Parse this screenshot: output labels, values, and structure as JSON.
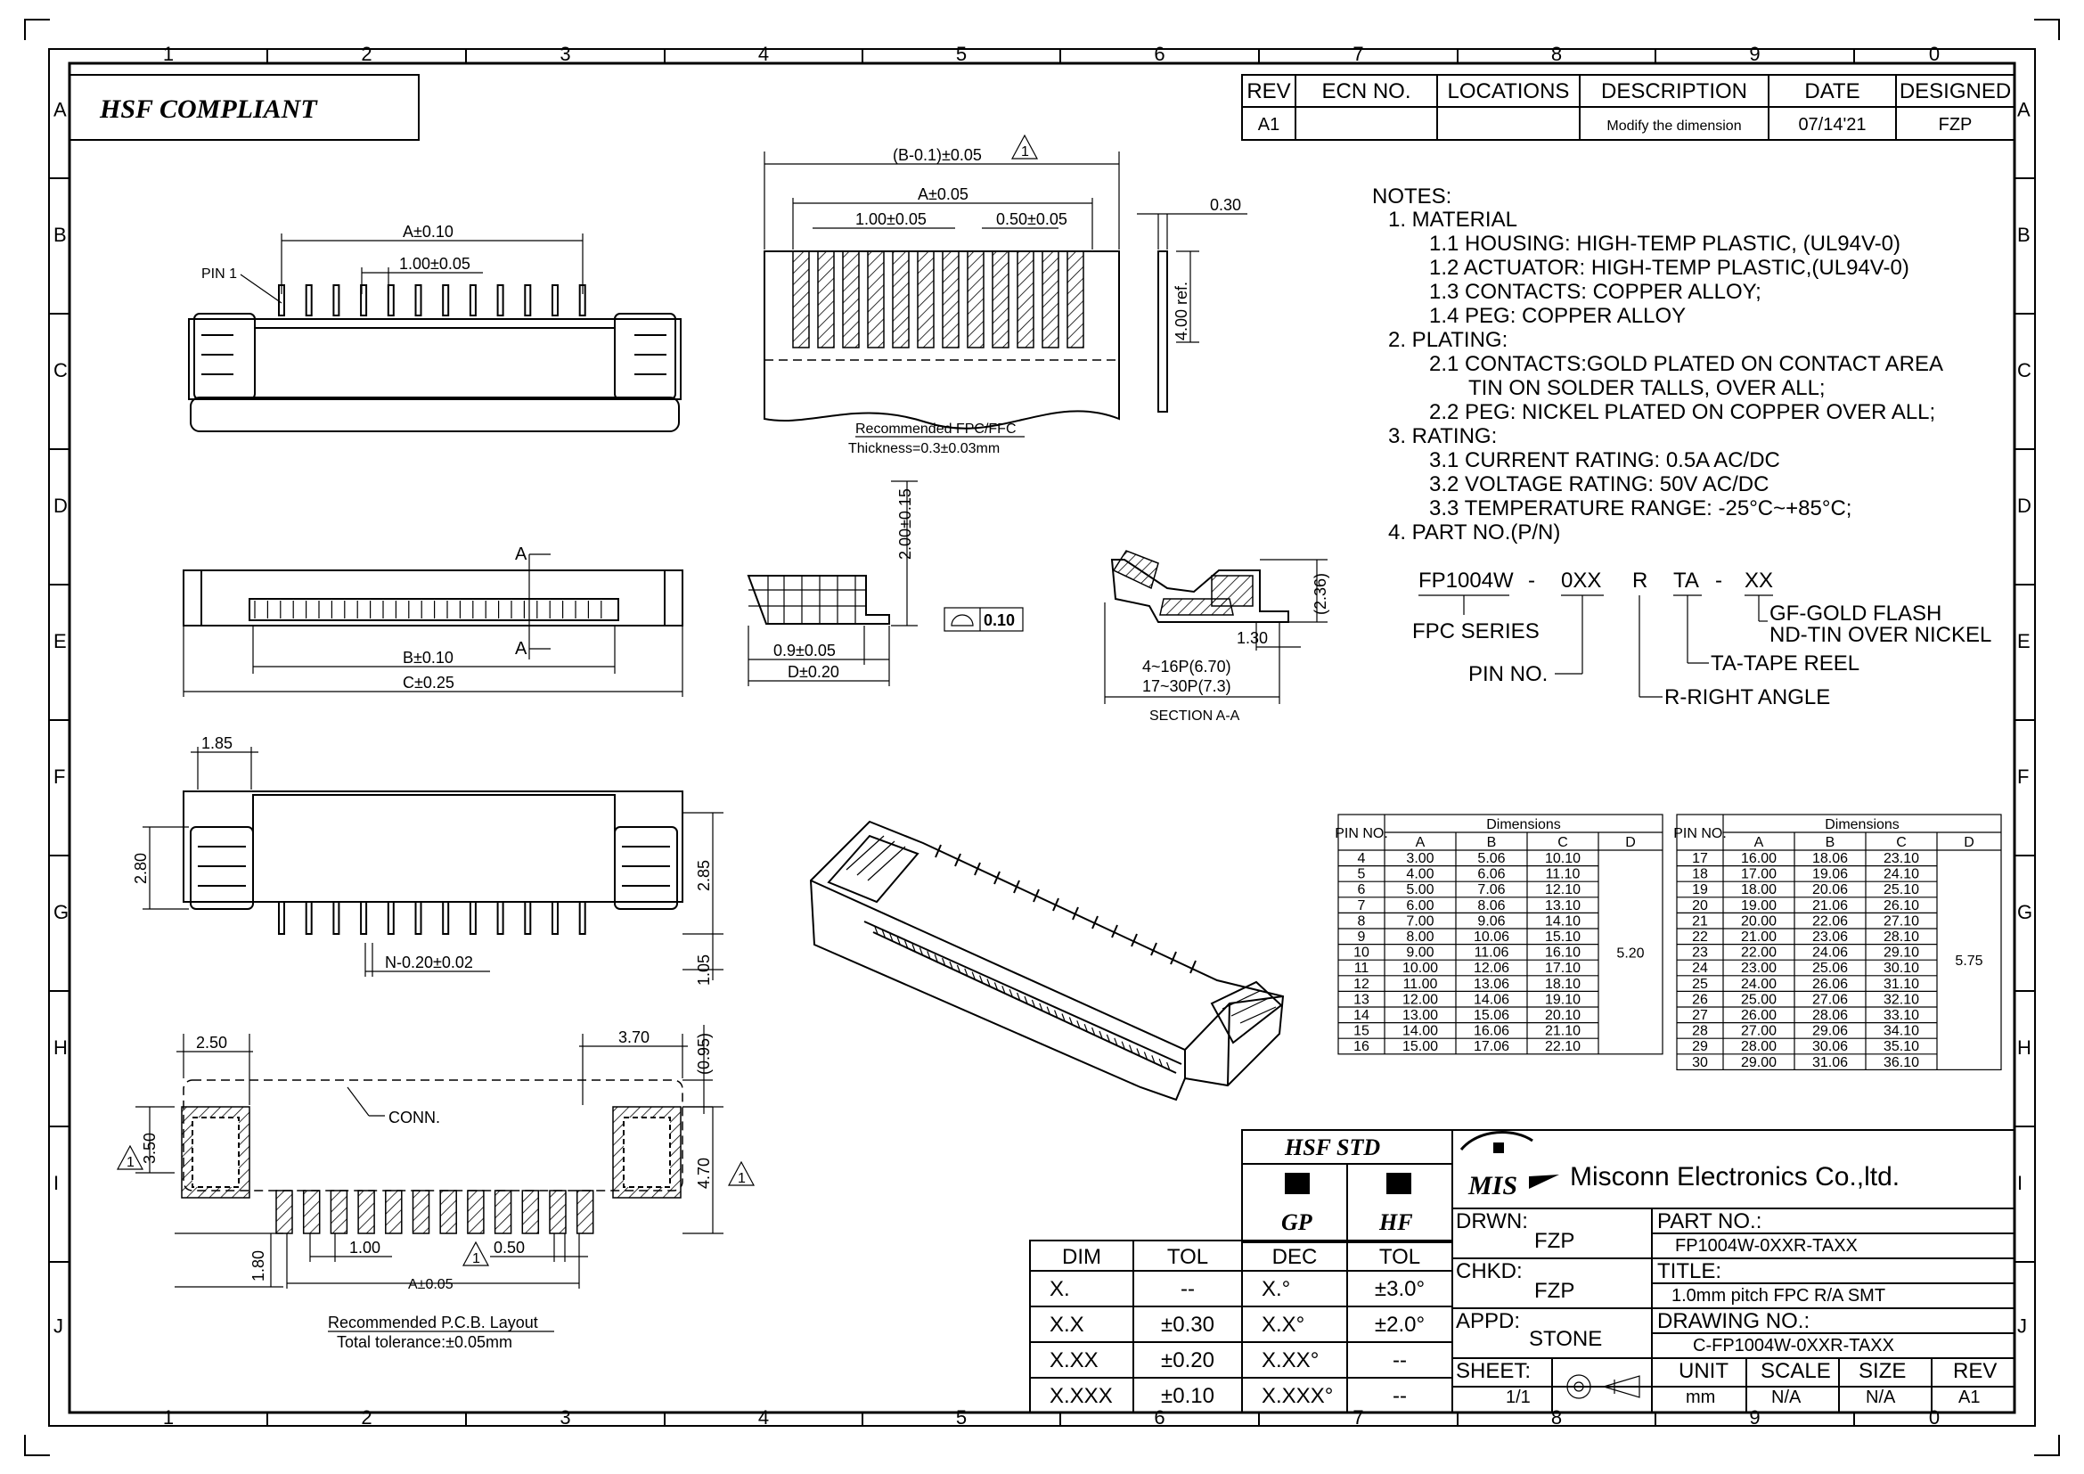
{
  "zones": {
    "cols": [
      "1",
      "2",
      "3",
      "4",
      "5",
      "6",
      "7",
      "8",
      "9",
      "0"
    ],
    "rows": [
      "A",
      "B",
      "C",
      "D",
      "E",
      "F",
      "G",
      "H",
      "I",
      "J"
    ]
  },
  "hsf_compliant": "HSF COMPLIANT",
  "revision_table": {
    "headers": [
      "REV",
      "ECN NO.",
      "LOCATIONS",
      "DESCRIPTION",
      "DATE",
      "DESIGNED"
    ],
    "row": [
      "A1",
      "",
      "",
      "Modify the dimension",
      "07/14'21",
      "FZP"
    ]
  },
  "notes": {
    "title": "NOTES:",
    "lines": [
      "1. MATERIAL",
      "1.1 HOUSING: HIGH-TEMP PLASTIC, (UL94V-0)",
      "1.2 ACTUATOR: HIGH-TEMP PLASTIC,(UL94V-0)",
      "1.3 CONTACTS: COPPER ALLOY;",
      "1.4 PEG: COPPER ALLOY",
      "2. PLATING:",
      "2.1 CONTACTS:GOLD PLATED ON CONTACT AREA",
      "TIN ON SOLDER TALLS, OVER ALL;",
      "2.2 PEG: NICKEL PLATED ON COPPER OVER ALL;",
      "3. RATING:",
      "3.1 CURRENT RATING: 0.5A AC/DC",
      "3.2 VOLTAGE RATING: 50V AC/DC",
      "3.3 TEMPERATURE RANGE: -25°C~+85°C;",
      "4. PART NO.(P/N)"
    ]
  },
  "part_code": {
    "code": [
      "FP1004W",
      "-",
      "0XX",
      "R",
      "TA",
      "-",
      "XX"
    ],
    "fpc_series": "FPC SERIES",
    "pin_no": "PIN NO.",
    "right_angle": "R-RIGHT ANGLE",
    "tape_reel": "TA-TAPE REEL",
    "gf": "GF-GOLD FLASH",
    "nd": "ND-TIN OVER NICKEL"
  },
  "dims": {
    "a010": "A±0.10",
    "pin1": "PIN 1",
    "p100_005": "1.00±0.05",
    "b_01": "(B-0.1)±0.05",
    "a005": "A±0.05",
    "p050_005": "0.50±0.05",
    "d030": "0.30",
    "ref400": "4.00 ref.",
    "rec_fpc": "Recommended FPC/FFC",
    "thickness": "Thickness=0.3±0.03mm",
    "a_mark": "A",
    "b010": "B±0.10",
    "c025": "C±0.25",
    "h200": "2.00±0.15",
    "flat": "0.10",
    "d09": "0.9±0.05",
    "d020": "D±0.20",
    "h236": "(2.36)",
    "d130": "1.30",
    "sec4_16": "4~16P(6.70)",
    "sec17_30": "17~30P(7.3)",
    "section": "SECTION A-A",
    "d185": "1.85",
    "d280": "2.80",
    "d285": "2.85",
    "d105": "1.05",
    "n020": "N-0.20±0.02",
    "d250": "2.50",
    "d370": "3.70",
    "d095": "(0.95)",
    "conn": "CONN.",
    "d350": "3.50",
    "d470": "4.70",
    "d180": "1.80",
    "d100": "1.00",
    "d050": "0.50",
    "a005b": "A±0.05",
    "rec_pcb": "Recommended P.C.B. Layout",
    "tol_pcb": "Total tolerance:±0.05mm",
    "tri": "1"
  },
  "pin_table": {
    "h_pin": "PIN NO.",
    "h_dims": "Dimensions",
    "cols": [
      "A",
      "B",
      "C",
      "D"
    ],
    "left": [
      [
        "4",
        "3.00",
        "5.06",
        "10.10"
      ],
      [
        "5",
        "4.00",
        "6.06",
        "11.10"
      ],
      [
        "6",
        "5.00",
        "7.06",
        "12.10"
      ],
      [
        "7",
        "6.00",
        "8.06",
        "13.10"
      ],
      [
        "8",
        "7.00",
        "9.06",
        "14.10"
      ],
      [
        "9",
        "8.00",
        "10.06",
        "15.10"
      ],
      [
        "10",
        "9.00",
        "11.06",
        "16.10"
      ],
      [
        "11",
        "10.00",
        "12.06",
        "17.10"
      ],
      [
        "12",
        "11.00",
        "13.06",
        "18.10"
      ],
      [
        "13",
        "12.00",
        "14.06",
        "19.10"
      ],
      [
        "14",
        "13.00",
        "15.06",
        "20.10"
      ],
      [
        "15",
        "14.00",
        "16.06",
        "21.10"
      ],
      [
        "16",
        "15.00",
        "17.06",
        "22.10"
      ]
    ],
    "left_d": "5.20",
    "right": [
      [
        "17",
        "16.00",
        "18.06",
        "23.10"
      ],
      [
        "18",
        "17.00",
        "19.06",
        "24.10"
      ],
      [
        "19",
        "18.00",
        "20.06",
        "25.10"
      ],
      [
        "20",
        "19.00",
        "21.06",
        "26.10"
      ],
      [
        "21",
        "20.00",
        "22.06",
        "27.10"
      ],
      [
        "22",
        "21.00",
        "23.06",
        "28.10"
      ],
      [
        "23",
        "22.00",
        "24.06",
        "29.10"
      ],
      [
        "24",
        "23.00",
        "25.06",
        "30.10"
      ],
      [
        "25",
        "24.00",
        "26.06",
        "31.10"
      ],
      [
        "26",
        "25.00",
        "27.06",
        "32.10"
      ],
      [
        "27",
        "26.00",
        "28.06",
        "33.10"
      ],
      [
        "28",
        "27.00",
        "29.06",
        "34.10"
      ],
      [
        "29",
        "28.00",
        "30.06",
        "35.10"
      ],
      [
        "30",
        "29.00",
        "31.06",
        "36.10"
      ]
    ],
    "right_d": "5.75"
  },
  "tol_table": {
    "headers": [
      "DIM",
      "TOL",
      "DEC",
      "TOL"
    ],
    "rows": [
      [
        "X.",
        "--",
        "X.°",
        "±3.0°"
      ],
      [
        "X.X",
        "±0.30",
        "X.X°",
        "±2.0°"
      ],
      [
        "X.XX",
        "±0.20",
        "X.XX°",
        "--"
      ],
      [
        "X.XXX",
        "±0.10",
        "X.XXX°",
        "--"
      ]
    ]
  },
  "hsf_std": {
    "title": "HSF STD",
    "gp": "GP",
    "hf": "HF"
  },
  "title_block": {
    "logo": "MIS",
    "company": "Misconn Electronics Co.,ltd.",
    "drwn_label": "DRWN:",
    "drwn": "FZP",
    "chkd_label": "CHKD:",
    "chkd": "FZP",
    "appd_label": "APPD:",
    "appd": "STONE",
    "part_label": "PART NO.:",
    "part": "FP1004W-0XXR-TAXX",
    "title_label": "TITLE:",
    "title": "1.0mm pitch FPC R/A SMT",
    "drawing_label": "DRAWING NO.:",
    "drawing": "C-FP1004W-0XXR-TAXX",
    "sheet_label": "SHEET:",
    "sheet": "1/1",
    "unit_label": "UNIT",
    "unit": "mm",
    "scale_label": "SCALE",
    "scale": "N/A",
    "size_label": "SIZE",
    "size": "N/A",
    "rev_label": "REV",
    "rev": "A1"
  }
}
